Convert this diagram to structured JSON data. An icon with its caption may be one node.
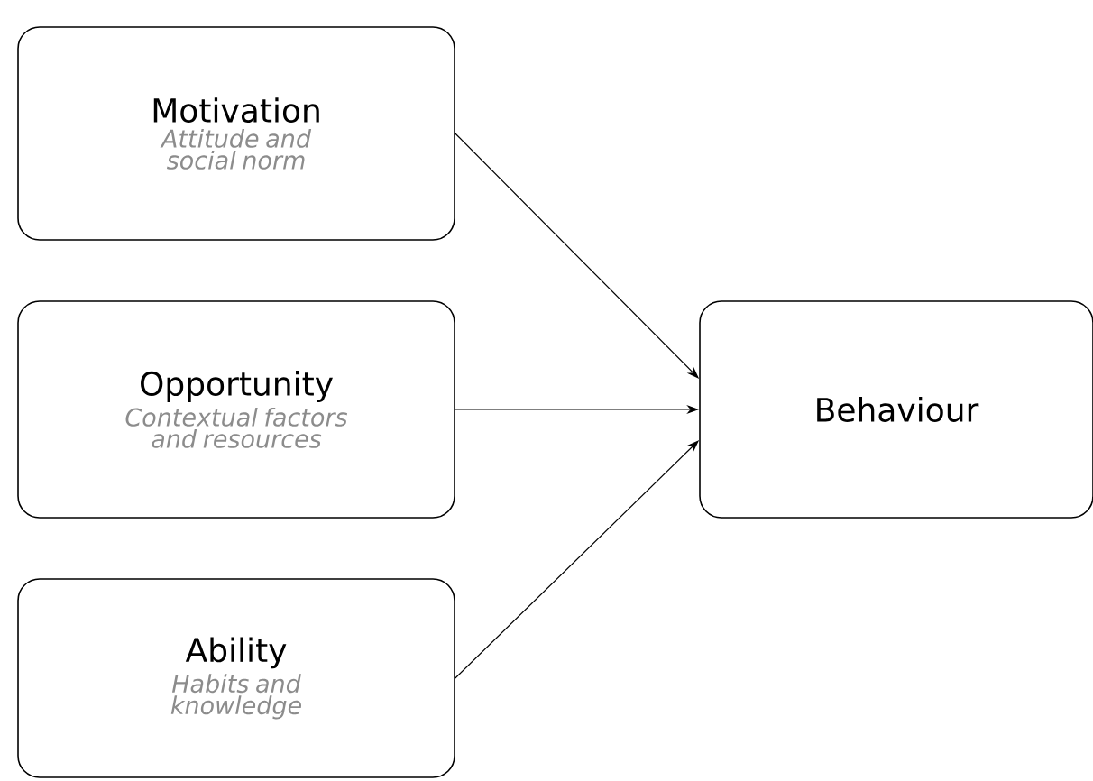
{
  "diagram": {
    "nodes": [
      {
        "text": [
          "Motivation",
          "Attitude and social norm"
        ]
      },
      {
        "text": [
          "Opportunity",
          "Contextual factors and resources"
        ]
      },
      {
        "text": [
          "Ability",
          "Habits and knowledge"
        ]
      },
      {
        "text": [
          "Behaviour"
        ]
      }
    ],
    "edges": [
      {
        "from": 0,
        "to": 3,
        "arrow": "to"
      },
      {
        "from": 1,
        "to": 3,
        "arrow": "to"
      },
      {
        "from": 2,
        "to": 3,
        "arrow": "to"
      }
    ]
  }
}
